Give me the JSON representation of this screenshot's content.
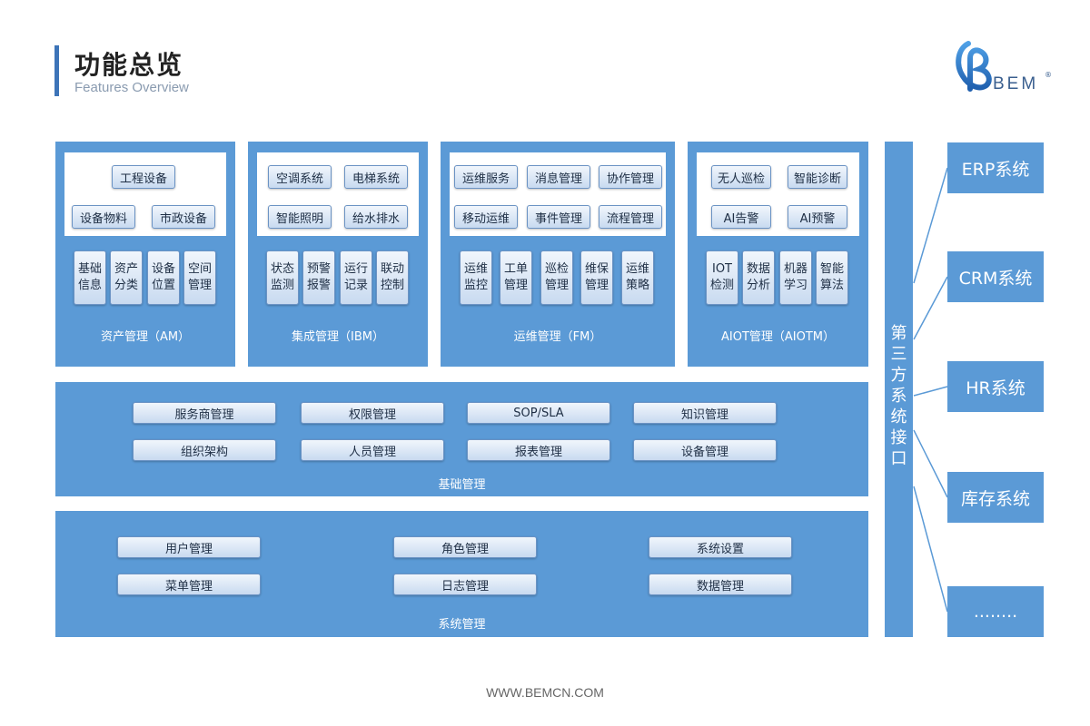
{
  "header": {
    "title": "功能总览",
    "subtitle": "Features Overview"
  },
  "logo": {
    "text": "BEM",
    "reg": "®"
  },
  "modules": {
    "am": {
      "label": "资产管理（AM）",
      "top": [
        "工程设备",
        "设备物料",
        "市政设备"
      ],
      "bottom": [
        "基础信息",
        "资产分类",
        "设备位置",
        "空间管理"
      ]
    },
    "ibm": {
      "label": "集成管理（IBM）",
      "top": [
        "空调系统",
        "电梯系统",
        "智能照明",
        "给水排水"
      ],
      "bottom": [
        "状态监测",
        "预警报警",
        "运行记录",
        "联动控制"
      ]
    },
    "fm": {
      "label": "运维管理（FM）",
      "top": [
        "运维服务",
        "消息管理",
        "协作管理",
        "移动运维",
        "事件管理",
        "流程管理"
      ],
      "bottom": [
        "运维监控",
        "工单管理",
        "巡检管理",
        "维保管理",
        "运维策略"
      ]
    },
    "aiotm": {
      "label": "AIOT管理（AIOTM）",
      "top": [
        "无人巡检",
        "智能诊断",
        "AI告警",
        "AI预警"
      ],
      "bottom": [
        "IOT检测",
        "数据分析",
        "机器学习",
        "智能算法"
      ]
    }
  },
  "basic": {
    "label": "基础管理",
    "items": [
      "服务商管理",
      "权限管理",
      "SOP/SLA",
      "知识管理",
      "组织架构",
      "人员管理",
      "报表管理",
      "设备管理"
    ]
  },
  "system": {
    "label": "系统管理",
    "items": [
      "用户管理",
      "角色管理",
      "系统设置",
      "菜单管理",
      "日志管理",
      "数据管理"
    ]
  },
  "third_party": {
    "chars": [
      "第",
      "三",
      "方",
      "系",
      "统",
      "接",
      "口"
    ]
  },
  "external": [
    "ERP系统",
    "CRM系统",
    "HR系统",
    "库存系统",
    "........"
  ],
  "footer": "WWW.BEMCN.COM",
  "colors": {
    "panel": "#5b9ad6",
    "accent": "#3d74b8",
    "button_border": "#6b93c4"
  }
}
